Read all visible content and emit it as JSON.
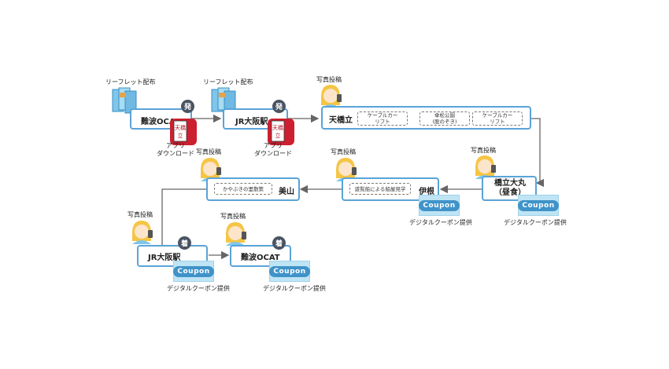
{
  "leaflet_label": "リーフレット配布",
  "photo_label": "写真投稿",
  "app_label": "アプリ\nダウンロード",
  "app_icon_text": "天橋\n立",
  "coupon_text": "Coupon",
  "coupon_label": "デジタルクーポン提供",
  "depart_badge": "発",
  "arrive_badge": "着",
  "nodes": {
    "n1": "難波OCAT",
    "n2": "JR大阪駅",
    "n3": "天橋立",
    "n4": "橋立大丸\n（昼食）",
    "n5": "伊根",
    "n6": "美山",
    "n7": "JR大阪駅",
    "n8": "難波OCAT"
  },
  "activities": {
    "a1": "ケーブルカー\nリフト",
    "a2": "傘松公園\n(股のぞき)",
    "a3": "ケーブルカー\nリフト",
    "a4": "遊覧船による船屋見学",
    "a5": "かやぶきの里散策"
  },
  "colors": {
    "accent": "#5aa3d8",
    "badge": "#4a5462",
    "coupon_bg": "#bfe4f4",
    "coupon_pill": "#3f93c9",
    "app_red": "#cc2030"
  }
}
